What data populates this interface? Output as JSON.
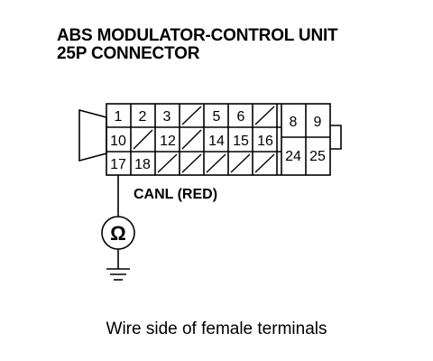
{
  "title": {
    "line1": "ABS MODULATOR-CONTROL UNIT",
    "line2": "25P CONNECTOR"
  },
  "connector": {
    "pins": {
      "p1": "1",
      "p2": "2",
      "p3": "3",
      "p5": "5",
      "p6": "6",
      "p8": "8",
      "p9": "9",
      "p10": "10",
      "p12": "12",
      "p14": "14",
      "p15": "15",
      "p16": "16",
      "p17": "17",
      "p18": "18",
      "p24": "24",
      "p25": "25"
    }
  },
  "wire_label": "CANL (RED)",
  "meter_symbol": "Ω",
  "caption": "Wire side of female terminals"
}
